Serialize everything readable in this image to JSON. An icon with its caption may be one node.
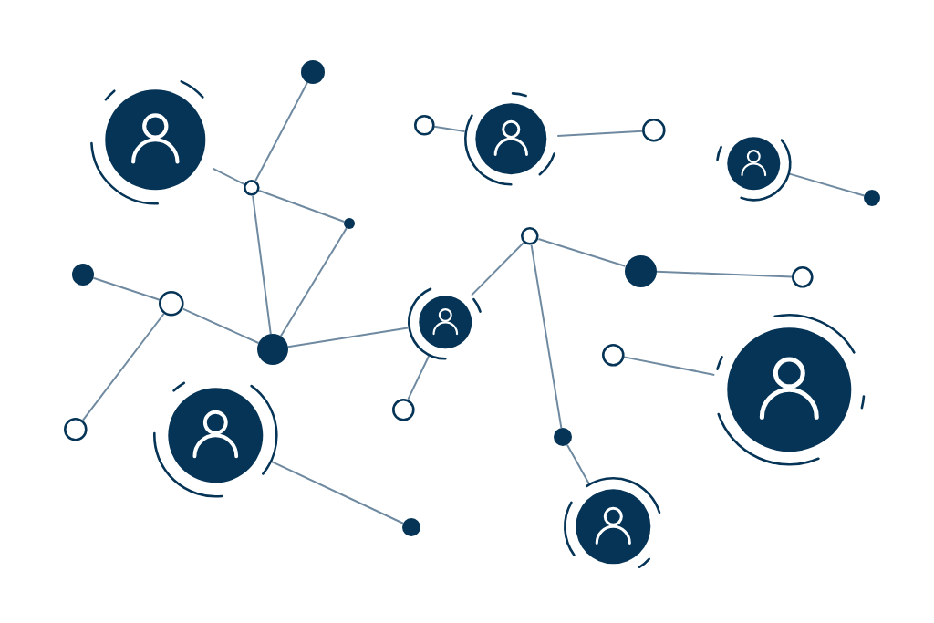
{
  "diagram": {
    "nodes": [
      {
        "text": [],
        "shape": "circle"
      },
      {
        "text": [],
        "shape": "circle"
      },
      {
        "text": [],
        "shape": "circle"
      },
      {
        "text": [],
        "shape": "person"
      },
      {
        "text": [],
        "shape": "person"
      },
      {
        "text": [],
        "shape": "person"
      },
      {
        "text": [],
        "shape": "circle"
      },
      {
        "text": [],
        "shape": "circle"
      },
      {
        "text": [],
        "shape": "circle"
      },
      {
        "text": [],
        "shape": "circle"
      },
      {
        "text": [],
        "shape": "circle"
      },
      {
        "text": [],
        "shape": "circle"
      },
      {
        "text": [],
        "shape": "circle"
      },
      {
        "text": [],
        "shape": "circle"
      },
      {
        "text": [],
        "shape": "person"
      },
      {
        "text": [],
        "shape": "circle"
      },
      {
        "text": [],
        "shape": "circle"
      },
      {
        "text": [],
        "shape": "person"
      },
      {
        "text": [],
        "shape": "circle"
      },
      {
        "text": [],
        "shape": "circle"
      },
      {
        "text": [],
        "shape": "person"
      },
      {
        "text": [],
        "shape": "circle"
      },
      {
        "text": [],
        "shape": "circle"
      },
      {
        "text": [],
        "shape": "person"
      }
    ],
    "edges": [
      {
        "from": 4,
        "to": 6,
        "arrow": "none"
      },
      {
        "from": 6,
        "to": 0,
        "arrow": "none"
      },
      {
        "from": 6,
        "to": 8,
        "arrow": "none"
      },
      {
        "from": 6,
        "to": 15,
        "arrow": "none"
      },
      {
        "from": 8,
        "to": 15,
        "arrow": "none"
      },
      {
        "from": 11,
        "to": 13,
        "arrow": "none"
      },
      {
        "from": 13,
        "to": 15,
        "arrow": "none"
      },
      {
        "from": 13,
        "to": 19,
        "arrow": "none"
      },
      {
        "from": 15,
        "to": 14,
        "arrow": "none"
      },
      {
        "from": 14,
        "to": 18,
        "arrow": "none"
      },
      {
        "from": 14,
        "to": 9,
        "arrow": "none"
      },
      {
        "from": 9,
        "to": 10,
        "arrow": "none"
      },
      {
        "from": 10,
        "to": 12,
        "arrow": "none"
      },
      {
        "from": 9,
        "to": 21,
        "arrow": "none"
      },
      {
        "from": 21,
        "to": 23,
        "arrow": "none"
      },
      {
        "from": 1,
        "to": 3,
        "arrow": "none"
      },
      {
        "from": 3,
        "to": 2,
        "arrow": "none"
      },
      {
        "from": 5,
        "to": 7,
        "arrow": "none"
      },
      {
        "from": 20,
        "to": 22,
        "arrow": "none"
      },
      {
        "from": 16,
        "to": 17,
        "arrow": "none"
      }
    ]
  }
}
